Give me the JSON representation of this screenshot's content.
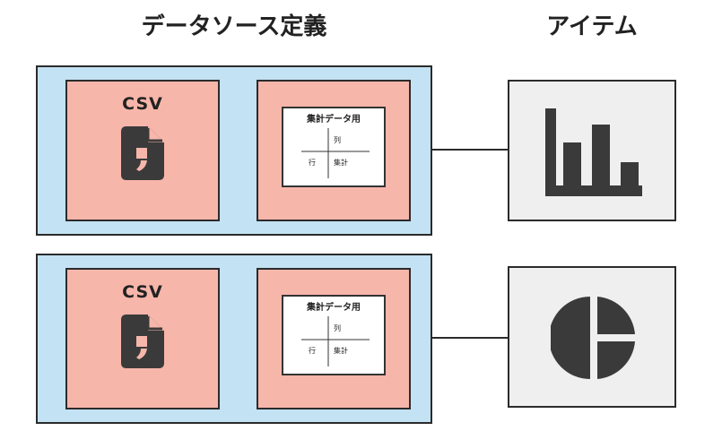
{
  "headings": {
    "data_source_definition": "データソース定義",
    "item": "アイテム"
  },
  "rows": [
    {
      "csv": {
        "label": "CSV",
        "icon": "csv-file-icon"
      },
      "aggregate": {
        "title": "集計データ用",
        "column_label": "列",
        "row_label": "行",
        "value_label": "集計"
      },
      "item": {
        "icon": "bar-chart-icon"
      }
    },
    {
      "csv": {
        "label": "CSV",
        "icon": "csv-file-icon"
      },
      "aggregate": {
        "title": "集計データ用",
        "column_label": "列",
        "row_label": "行",
        "value_label": "集計"
      },
      "item": {
        "icon": "pie-chart-icon"
      }
    }
  ],
  "colors": {
    "group_fill": "#c3e2f3",
    "tile_fill": "#f7b6aa",
    "item_fill": "#efefef",
    "icon": "#3a3a3a",
    "border": "#2b2b2b"
  }
}
